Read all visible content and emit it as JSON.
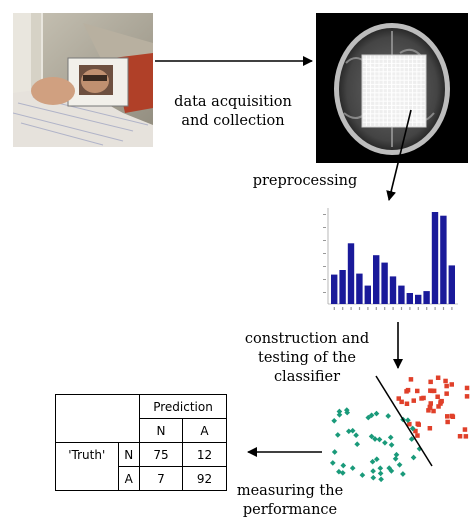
{
  "steps": {
    "acquisition": [
      "data acquisition",
      "and collection"
    ],
    "preprocessing": "preprocessing",
    "classifier": [
      "construction and",
      "testing of the",
      "classifier"
    ],
    "performance": [
      "measuring the",
      "performance"
    ]
  },
  "confusion_matrix": {
    "header": "Prediction",
    "columns": [
      "N",
      "A"
    ],
    "row_header": "'Truth'",
    "rows": [
      {
        "label": "N",
        "values": [
          "75",
          "12"
        ]
      },
      {
        "label": "A",
        "values": [
          "7",
          "92"
        ]
      }
    ]
  },
  "histogram": {
    "values": [
      0.32,
      0.37,
      0.66,
      0.33,
      0.2,
      0.53,
      0.45,
      0.3,
      0.2,
      0.12,
      0.1,
      0.14,
      1.0,
      0.96,
      0.42
    ],
    "bar_color": "#1a1a9a"
  },
  "colors": {
    "normal_points": "#1a9a7a",
    "abnormal_points": "#e0402a",
    "arrow": "#000000"
  },
  "icons": {
    "patient_photo": "mri-scanner-patient-photo",
    "brain_scan": "brain-mri-slice-with-grid"
  }
}
